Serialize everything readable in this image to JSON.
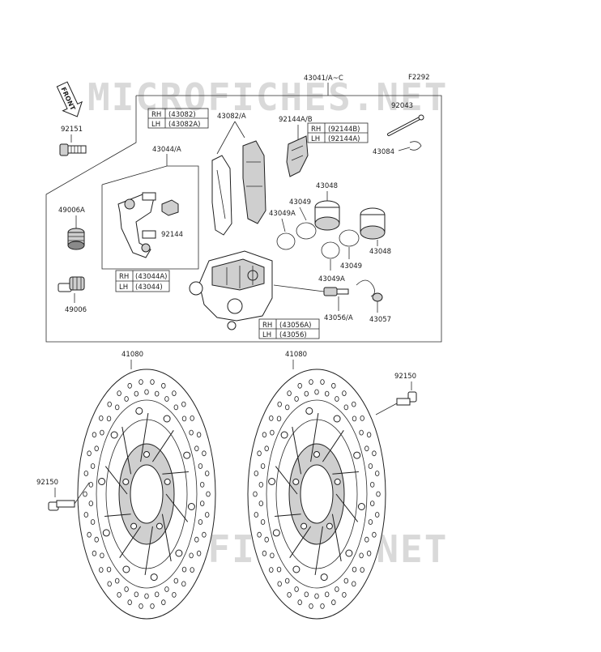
{
  "diagram_code": "F2292",
  "watermark": "MICROFICHES.NET",
  "front_label": "FRONT",
  "labels": {
    "assembly": "43041/A~C",
    "bolt_top": "92151",
    "bracket": "43044/A",
    "pad_group": "43082/A",
    "spring_group": "92144A/B",
    "pin": "92043",
    "clip": "43084",
    "boot_a": "49006A",
    "boot": "49006",
    "spring": "92144",
    "piston_top": "43048",
    "piston_right": "43048",
    "seal_upper": "43049",
    "seal_upper_a": "43049A",
    "seal_lower": "43049",
    "seal_lower_a": "43049A",
    "bleeder": "43056/A",
    "cap": "43057",
    "disc_left": "41080",
    "disc_right": "41080",
    "bolt_right": "92150",
    "bolt_left": "92150"
  },
  "tables": {
    "pads": {
      "rh": "RH",
      "rh_num": "(43082)",
      "lh": "LH",
      "lh_num": "(43082A)"
    },
    "springs": {
      "rh": "RH",
      "rh_num": "(92144B)",
      "lh": "LH",
      "lh_num": "(92144A)"
    },
    "bracket": {
      "rh": "RH",
      "rh_num": "(43044A)",
      "lh": "LH",
      "lh_num": "(43044)"
    },
    "caliper": {
      "rh": "RH",
      "rh_num": "(43056A)",
      "lh": "LH",
      "lh_num": "(43056)"
    }
  }
}
